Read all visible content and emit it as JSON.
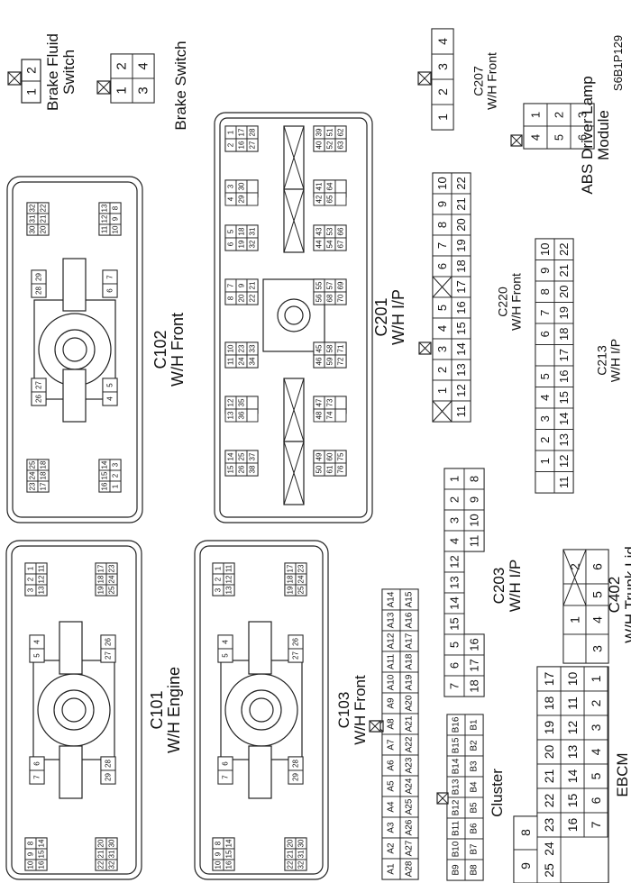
{
  "figure_code": "S6B1P129",
  "labels": {
    "brake_fluid": [
      "Brake Fluid",
      "Switch"
    ],
    "brake_switch": [
      "Brake Switch"
    ],
    "c207": [
      "C207",
      "W/H Front"
    ],
    "abs": [
      "ABS Driver Lamp",
      "Module"
    ],
    "c102": [
      "C102",
      "W/H Front"
    ],
    "c201": [
      "C201",
      "W/H I/P"
    ],
    "c220": [
      "C220",
      "W/H Front"
    ],
    "c213": [
      "C213",
      "W/H I/P"
    ],
    "c101": [
      "C101",
      "W/H Engine"
    ],
    "c103": [
      "C103",
      "W/H Front"
    ],
    "c203": [
      "C203",
      "W/H I/P"
    ],
    "c402": [
      "C402",
      "W/H Trunk Lid"
    ],
    "cluster": [
      "Cluster"
    ],
    "ebcm": [
      "EBCM"
    ]
  },
  "pins": {
    "brake_fluid": [
      "1",
      "2"
    ],
    "brake_switch": [
      [
        "2",
        "4"
      ],
      [
        "1",
        "3"
      ]
    ],
    "c207": [
      "1",
      "2",
      "3",
      "4"
    ],
    "abs": [
      [
        "3",
        "6"
      ],
      [
        "2",
        "5"
      ],
      [
        "1",
        "4"
      ]
    ],
    "c220": [
      [
        "10",
        "22"
      ],
      [
        "9",
        "21"
      ],
      [
        "8",
        "20"
      ],
      [
        "7",
        "19"
      ],
      [
        "6",
        "18"
      ],
      [
        "",
        "17"
      ],
      [
        "5",
        "16"
      ],
      [
        "4",
        "15"
      ],
      [
        "3",
        "14"
      ],
      [
        "2",
        "13"
      ],
      [
        "1",
        "12"
      ],
      [
        "",
        "11"
      ]
    ],
    "c213": [
      [
        "10",
        "22"
      ],
      [
        "9",
        "21"
      ],
      [
        "8",
        "20"
      ],
      [
        "7",
        "19"
      ],
      [
        "6",
        "18"
      ],
      [
        "",
        "17"
      ],
      [
        "5",
        "16"
      ],
      [
        "4",
        "15"
      ],
      [
        "3",
        "14"
      ],
      [
        "2",
        "13"
      ],
      [
        "1",
        "12"
      ],
      [
        "",
        "11"
      ]
    ],
    "c203": [
      [
        "1",
        "8"
      ],
      [
        "2",
        "9"
      ],
      [
        "3",
        "10"
      ],
      [
        "4",
        "11"
      ],
      [
        "12",
        ""
      ],
      [
        "13",
        ""
      ],
      [
        "14",
        ""
      ],
      [
        "15",
        ""
      ],
      [
        "5",
        "16"
      ],
      [
        "6",
        "17"
      ],
      [
        "7",
        "18"
      ]
    ],
    "c402": [
      [
        "2",
        "6"
      ],
      [
        "",
        "5"
      ],
      [
        "1",
        "4"
      ],
      [
        "",
        "3"
      ]
    ],
    "ebcm_top": [
      "A14",
      "A13",
      "A12",
      "A11",
      "A10",
      "A9",
      "A8",
      "A7",
      "A6",
      "A5",
      "A4",
      "A3",
      "A2",
      "A1"
    ],
    "ebcm_bottom": [
      "A15",
      "A16",
      "A17",
      "A18",
      "A19",
      "A20",
      "A21",
      "A22",
      "A23",
      "A24",
      "A25",
      "A26",
      "A27",
      "A28"
    ],
    "cluster_top": [
      "B16",
      "B15",
      "B14",
      "B13",
      "B12",
      "B11",
      "B10",
      "B9"
    ],
    "cluster_bottom": [
      "B1",
      "B2",
      "B3",
      "B4",
      "B5",
      "B6",
      "B7",
      "B8"
    ],
    "bigcl_top": [
      "1",
      "2",
      "3",
      "4",
      "5",
      "6",
      "7",
      "8",
      "9"
    ],
    "bigcl_bottom": [
      "10",
      "11",
      "12",
      "13",
      "14",
      "15",
      "16",
      "24",
      "25"
    ],
    "bigcl_mid": [
      "17",
      "18",
      "19",
      "20",
      "21",
      "22",
      "23"
    ],
    "c102_a": [
      "32",
      "31",
      "30",
      "22",
      "21",
      "20"
    ],
    "c102_b": [
      "13",
      "12",
      "11",
      "8",
      "9",
      "10"
    ],
    "c102_c": [
      "29",
      "28"
    ],
    "c102_d": [
      "7",
      "6"
    ],
    "c102_e": [
      "27",
      "26"
    ],
    "c102_f": [
      "5",
      "4"
    ],
    "c102_g": [
      "25",
      "24",
      "23",
      "18",
      "18",
      "17"
    ],
    "c102_h": [
      "14",
      "15",
      "16",
      "3",
      "2",
      "1"
    ],
    "c201_a": [
      "1",
      "2",
      "17",
      "16",
      "28",
      "27",
      "39",
      "40",
      "51",
      "52",
      "62",
      "63"
    ],
    "c201_b": [
      "3",
      "4",
      "30",
      "29",
      "41",
      "42",
      "64",
      "65"
    ],
    "c201_c": [
      "5",
      "6",
      "18",
      "19",
      "31",
      "32",
      "43",
      "44",
      "53",
      "54",
      "66",
      "67"
    ],
    "c201_d": [
      "7",
      "8",
      "9",
      "20",
      "21",
      "22",
      "55",
      "56",
      "57",
      "68",
      "69",
      "70"
    ],
    "c201_e": [
      "10",
      "11",
      "23",
      "24",
      "33",
      "34",
      "45",
      "46",
      "58",
      "59",
      "71",
      "72"
    ],
    "c201_f": [
      "12",
      "13",
      "35",
      "36",
      "47",
      "48",
      "73",
      "74"
    ],
    "c201_g": [
      "14",
      "15",
      "25",
      "26",
      "37",
      "38",
      "49",
      "50",
      "60",
      "61",
      "75",
      "76"
    ],
    "c101_a": [
      "1",
      "2",
      "3",
      "11",
      "12",
      "13"
    ],
    "c101_b": [
      "17",
      "18",
      "19",
      "23",
      "24",
      "25"
    ],
    "c101_c": [
      "4",
      "5"
    ],
    "c101_d": [
      "26",
      "27"
    ],
    "c101_e": [
      "6",
      "7"
    ],
    "c101_f": [
      "28",
      "29"
    ],
    "c101_g": [
      "8",
      "9",
      "10",
      "14",
      "15",
      "16"
    ],
    "c101_h": [
      "20",
      "21",
      "22",
      "30",
      "31",
      "32"
    ],
    "c103_a": [
      "1",
      "2",
      "3",
      "11",
      "12",
      "13"
    ],
    "c103_b": [
      "17",
      "18",
      "19",
      "23",
      "24",
      "25"
    ],
    "c103_c": [
      "4",
      "5"
    ],
    "c103_d": [
      "26",
      "27"
    ],
    "c103_e": [
      "6",
      "7"
    ],
    "c103_f": [
      "28",
      "29"
    ],
    "c103_g": [
      "8",
      "9",
      "10",
      "14",
      "15",
      "16"
    ],
    "c103_h": [
      "20",
      "21",
      "22",
      "30",
      "31",
      "32"
    ]
  }
}
